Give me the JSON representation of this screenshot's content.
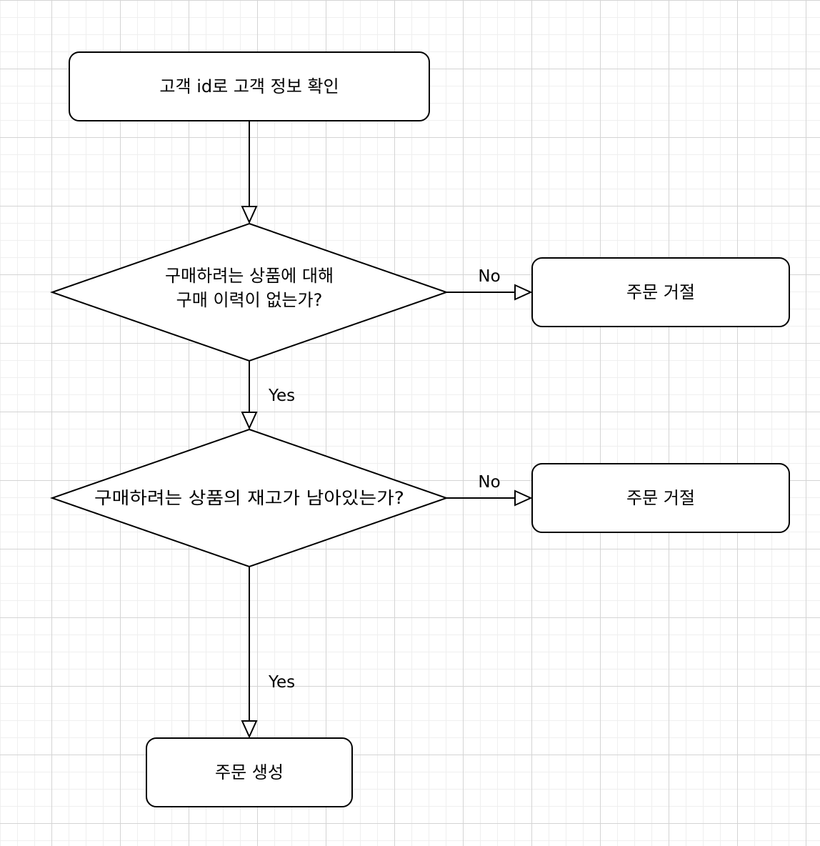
{
  "diagram": {
    "nodes": {
      "check_customer": {
        "label": "고객 id로 고객 정보 확인"
      },
      "decision_history": {
        "line1": "구매하려는 상품에 대해",
        "line2": "구매 이력이 없는가?"
      },
      "reject_1": {
        "label": "주문 거절"
      },
      "decision_stock": {
        "label": "구매하려는 상품의 재고가 남아있는가?"
      },
      "reject_2": {
        "label": "주문 거절"
      },
      "create_order": {
        "label": "주문 생성"
      }
    },
    "edges": {
      "history_no": {
        "label": "No"
      },
      "history_yes": {
        "label": "Yes"
      },
      "stock_no": {
        "label": "No"
      },
      "stock_yes": {
        "label": "Yes"
      }
    }
  }
}
